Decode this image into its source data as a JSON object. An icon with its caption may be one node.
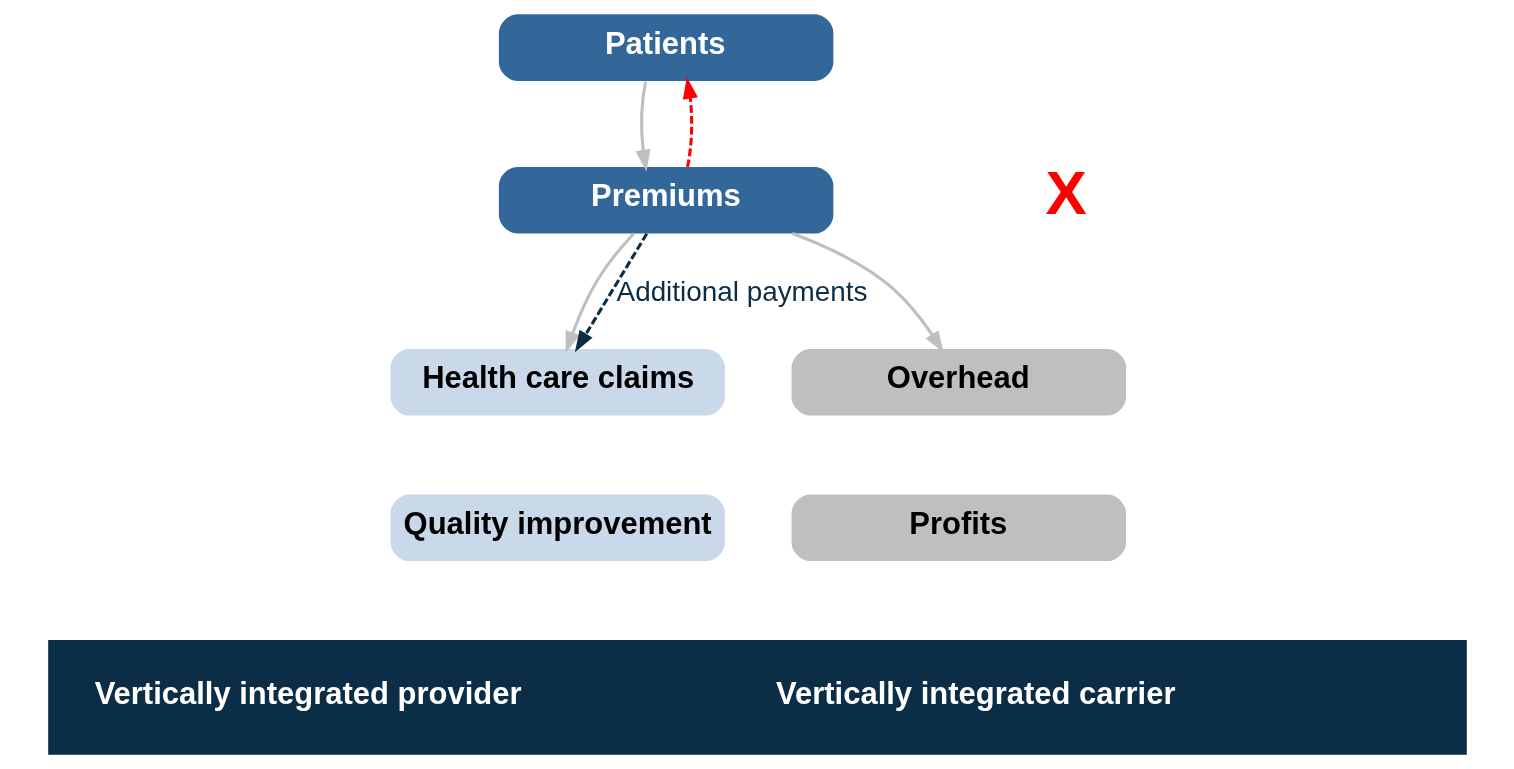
{
  "diagram": {
    "nodes": [
      {
        "text": [
          "Patients"
        ]
      },
      {
        "text": [
          "Premiums"
        ]
      },
      {
        "text": [
          "Health care claims"
        ]
      },
      {
        "text": [
          "Quality improvement"
        ]
      },
      {
        "text": [
          "Overhead"
        ]
      },
      {
        "text": [
          "Profits"
        ]
      },
      {
        "text": [
          "Vertically integrated provider",
          "Vertically integrated carrier"
        ]
      }
    ],
    "edges": [
      {
        "from": 0,
        "to": 1,
        "arrow": "to"
      },
      {
        "from": 1,
        "to": 0,
        "arrow": "to",
        "style": "dashed",
        "color": "#ff0000"
      },
      {
        "from": 1,
        "to": 2,
        "arrow": "to"
      },
      {
        "from": 1,
        "to": 4,
        "arrow": "to"
      },
      {
        "from": 1,
        "to": 2,
        "arrow": "to",
        "label": "Additional payments",
        "style": "dashed",
        "color": "#0b2d45"
      }
    ],
    "labels": [
      "X"
    ]
  }
}
